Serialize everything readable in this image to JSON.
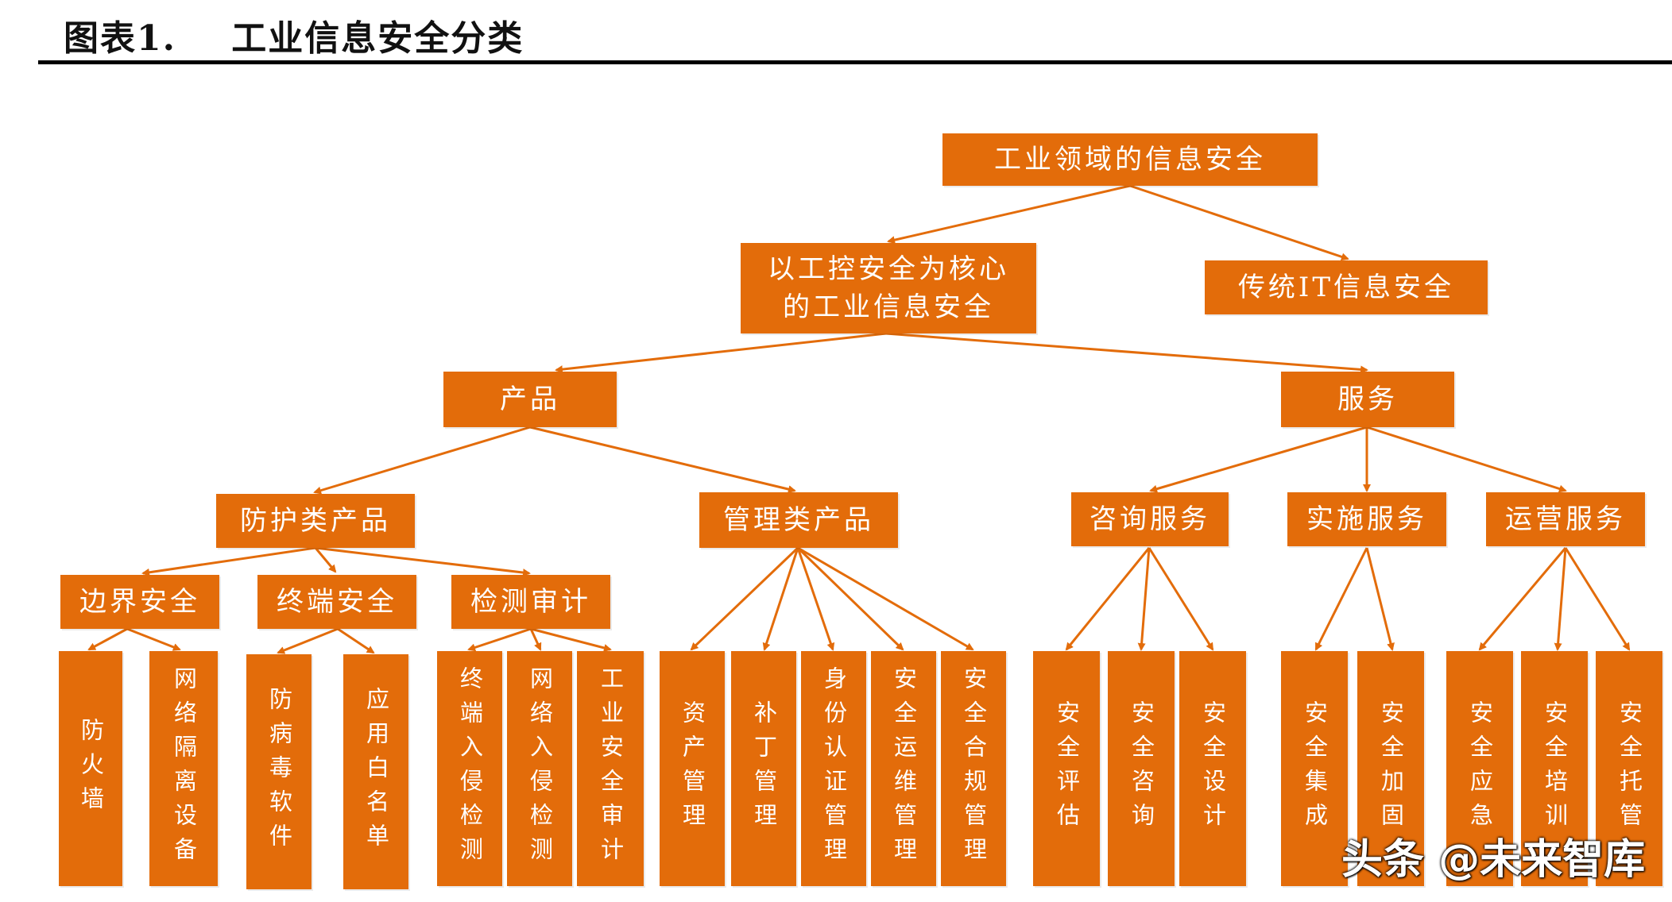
{
  "figure": {
    "title": "图表1.    工业信息安全分类"
  },
  "colors": {
    "node_fill": "#E36C0A",
    "node_text": "#ffffff",
    "edge": "#E36C0A"
  },
  "nodes": {
    "root": "工业领域的信息安全",
    "ics_core": "以工控安全为核心的工业信息安全",
    "traditional_it": "传统IT信息安全",
    "products": "产品",
    "services": "服务",
    "protection_products": "防护类产品",
    "management_products": "管理类产品",
    "consulting_services": "咨询服务",
    "implementation_services": "实施服务",
    "operation_services": "运营服务",
    "boundary_security": "边界安全",
    "endpoint_security": "终端安全",
    "detection_audit": "检测审计",
    "firewall": "防火墙",
    "network_isolation": "网络隔离设备",
    "antivirus": "防病毒软件",
    "app_whitelist": "应用白名单",
    "endpoint_ids": "终端入侵检测",
    "network_ids": "网络入侵检测",
    "ics_audit": "工业安全审计",
    "asset_mgmt": "资产管理",
    "patch_mgmt": "补丁管理",
    "identity_mgmt": "身份认证管理",
    "ops_mgmt": "安全运维管理",
    "compliance_mgmt": "安全合规管理",
    "security_assessment": "安全评估",
    "security_consulting": "安全咨询",
    "security_design": "安全设计",
    "security_integration": "安全集成",
    "security_hardening": "安全加固",
    "emergency_response": "安全应急",
    "security_training": "安全培训",
    "security_hosting": "安全托管"
  },
  "watermark": "头条 @未来智库"
}
